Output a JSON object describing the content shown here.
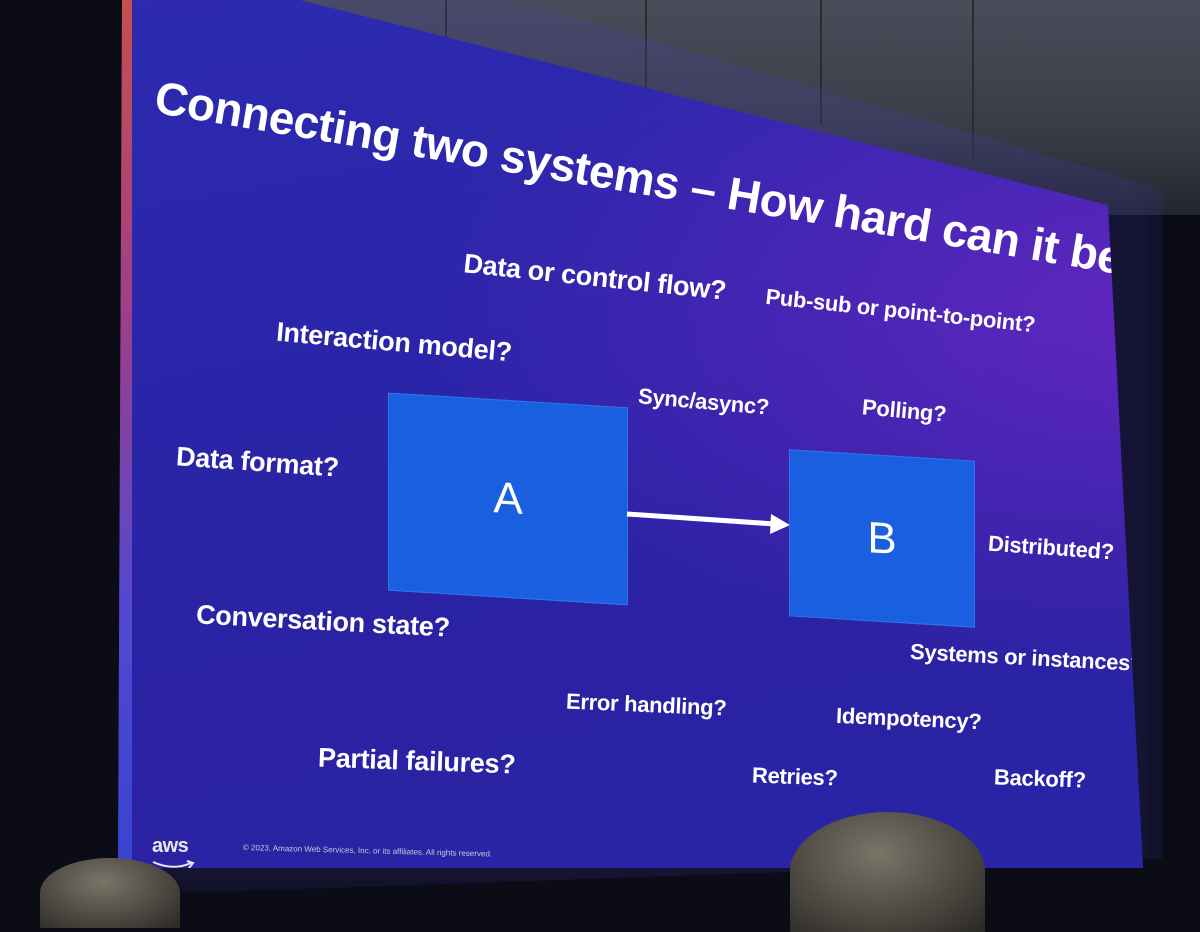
{
  "slide": {
    "title": "Connecting two systems – How hard can it be?",
    "box_a_label": "A",
    "box_b_label": "B",
    "questions": {
      "data_or_control_flow": "Data or control flow?",
      "pub_sub_or_p2p": "Pub-sub or point-to-point?",
      "interaction_model": "Interaction model?",
      "sync_async": "Sync/async?",
      "polling": "Polling?",
      "data_format": "Data format?",
      "distributed": "Distributed?",
      "conversation_state": "Conversation state?",
      "systems_or_instances": "Systems or instances?",
      "error_handling": "Error handling?",
      "idempotency": "Idempotency?",
      "partial_failures": "Partial failures?",
      "retries": "Retries?",
      "backoff": "Backoff?"
    },
    "footer": {
      "logo": "aws",
      "copyright": "© 2023, Amazon Web Services, Inc. or its affiliates. All rights reserved."
    }
  },
  "colors": {
    "slide_background": "#2a24a8",
    "box_fill": "#1a5fe0",
    "text": "#ffffff",
    "accent_edge": "#e0573c"
  }
}
